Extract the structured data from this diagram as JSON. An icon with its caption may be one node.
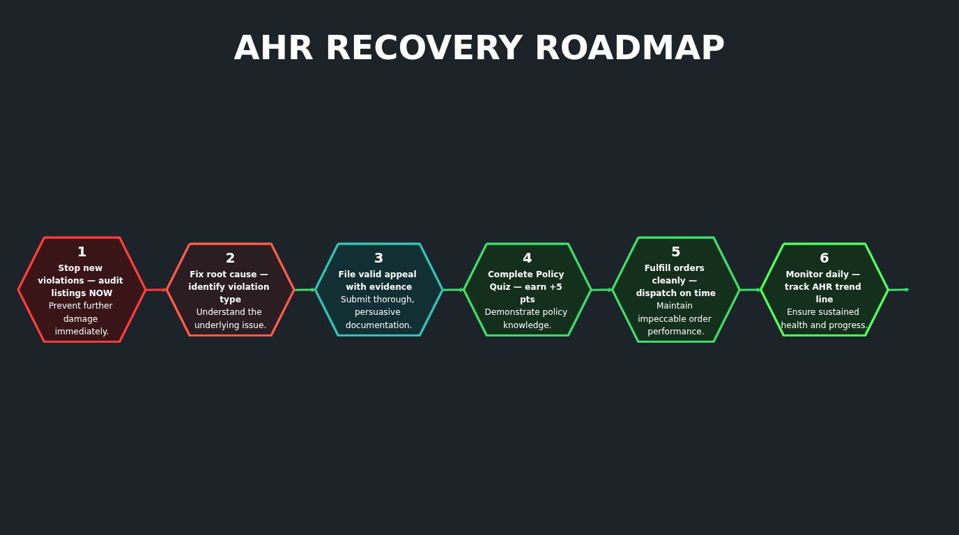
{
  "diagram": {
    "title": "AHR RECOVERY ROADMAP",
    "nodes": [
      {
        "text": [
          "1",
          "Stop new violations — audit listings NOW",
          "Prevent further damage immediately."
        ]
      },
      {
        "text": [
          "2",
          "Fix root cause — identify violation type",
          "Understand the underlying issue."
        ]
      },
      {
        "text": [
          "3",
          "File valid appeal with evidence",
          "Submit thorough, persuasive documentation."
        ]
      },
      {
        "text": [
          "4",
          "Complete Policy Quiz — earn +5 pts",
          "Demonstrate policy knowledge."
        ]
      },
      {
        "text": [
          "5",
          "Fulfill orders cleanly — dispatch on time",
          "Maintain impeccable order performance."
        ]
      },
      {
        "text": [
          "6",
          "Monitor daily — track AHR trend line",
          "Ensure sustained health and progress."
        ]
      }
    ],
    "edges": [
      {
        "from": 0,
        "to": 1,
        "arrow": "to",
        "color": "#ff3b3b"
      },
      {
        "from": 1,
        "to": 2,
        "arrow": "to"
      },
      {
        "from": 2,
        "to": 3,
        "arrow": "to"
      },
      {
        "from": 3,
        "to": 4,
        "arrow": "to"
      },
      {
        "from": 4,
        "to": 5,
        "arrow": "to"
      },
      {
        "from": 5,
        "to": null,
        "arrow": "to"
      }
    ]
  }
}
